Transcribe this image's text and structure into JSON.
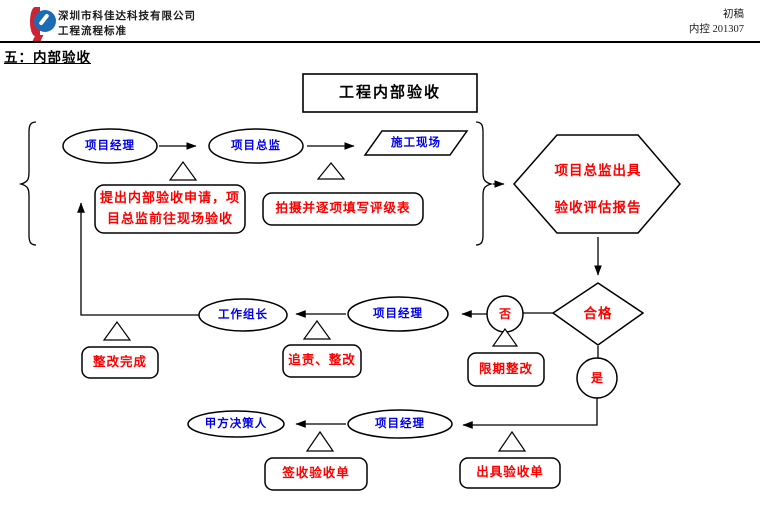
{
  "header": {
    "company_name": "深圳市科佳达科技有限公司",
    "doc_standard": "工程流程标准",
    "draft_status": "初稿",
    "control_number": "内控 201307",
    "section_title": "五：内部验收"
  },
  "flowchart": {
    "title": "工程内部验收",
    "row1": {
      "pm": "项目经理",
      "director": "项目总监",
      "site": "施工现场"
    },
    "hexagon": {
      "line1": "项目总监出具",
      "line2": "验收评估报告"
    },
    "decision": {
      "label": "合格",
      "no": "否",
      "yes": "是"
    },
    "row2": {
      "pm": "项目经理",
      "team_leader": "工作组长"
    },
    "row3": {
      "pm": "项目经理",
      "client": "甲方决策人"
    },
    "notes": {
      "apply": "提出内部验收申请，项目总监前往现场验收",
      "rating": "拍摄并逐项填写评级表",
      "rectified": "整改完成",
      "accountability": "追责、整改",
      "deadline_rectify": "限期整改",
      "sign_receipt": "签收验收单",
      "issue_receipt": "出具验收单"
    }
  },
  "colors": {
    "node_text_blue": "#0000e6",
    "note_text_red": "#fe0000",
    "line_black": "#000000",
    "logo_red": "#cf2233",
    "logo_blue": "#1c6bb5"
  }
}
